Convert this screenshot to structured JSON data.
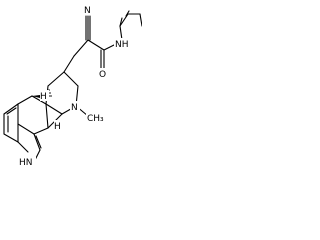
{
  "molecule": {
    "atom_labels": {
      "nitrile_n": "N",
      "amide_nh": "NH",
      "amide_o": "O",
      "ring_h": "H",
      "ring_n": "N",
      "n_methyl": "CH₃",
      "indole_nh": "HN",
      "ring_h2": "H"
    }
  }
}
